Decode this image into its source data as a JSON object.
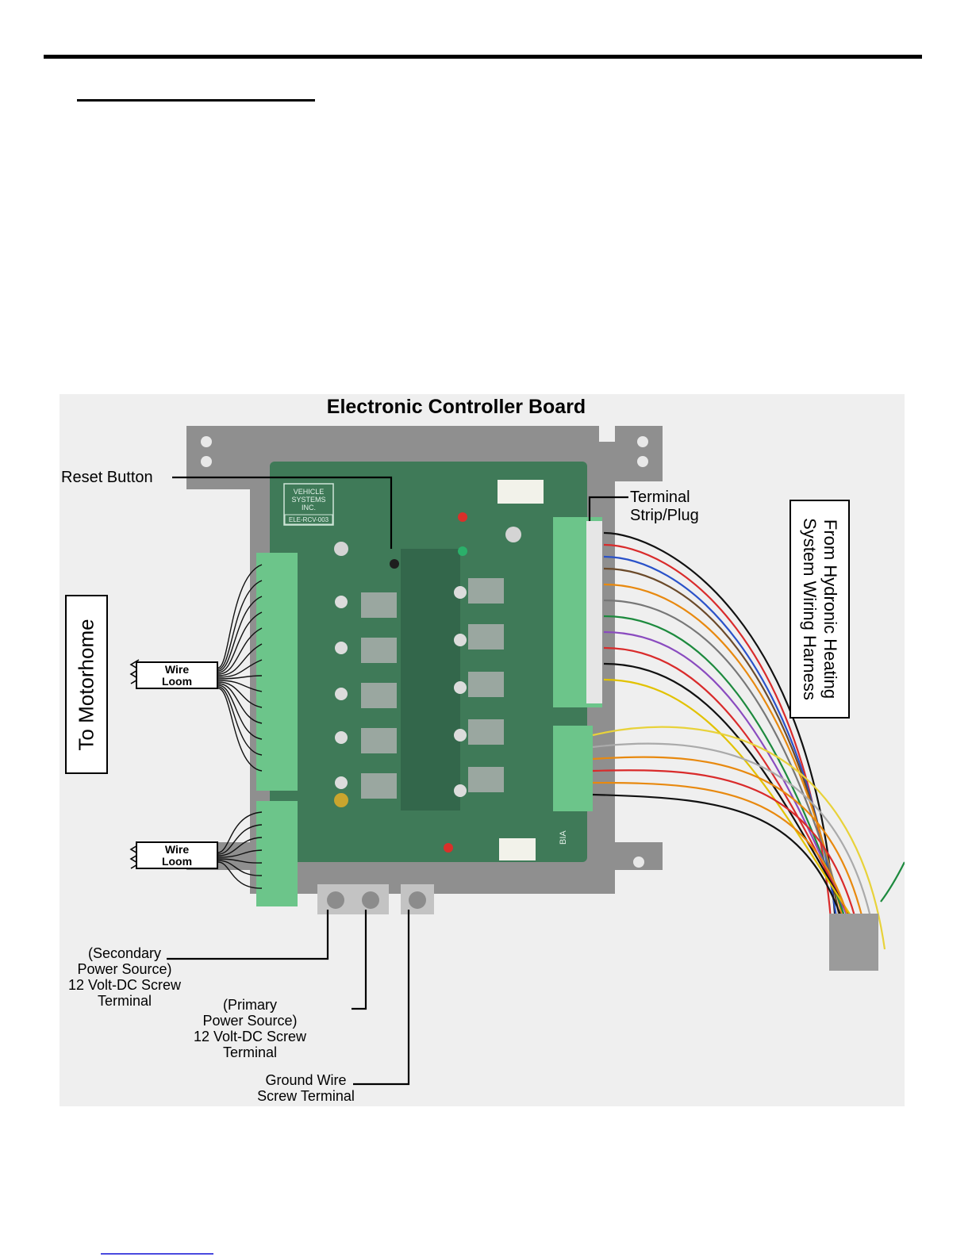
{
  "figure": {
    "title": "Electronic Controller Board",
    "labels": {
      "reset_button": "Reset Button",
      "terminal_strip": [
        "Terminal",
        "Strip/Plug"
      ],
      "secondary_power": [
        "(Secondary",
        "Power Source)",
        "12 Volt-DC Screw",
        "Terminal"
      ],
      "primary_power": [
        "(Primary",
        "Power Source)",
        "12 Volt-DC Screw",
        "Terminal"
      ],
      "ground_wire": [
        "Ground Wire",
        "Screw Terminal"
      ]
    },
    "side_boxes": {
      "left": "To Motorhome",
      "right": [
        "From Hydronic Heating",
        "System Wiring Harness"
      ]
    },
    "wire_loom": [
      "Wire",
      "Loom"
    ],
    "board_print": {
      "maker": [
        "VEHICLE",
        "SYSTEMS",
        "INC."
      ],
      "model": "ELE-RCV-003",
      "corner_mark": "BIA"
    }
  }
}
